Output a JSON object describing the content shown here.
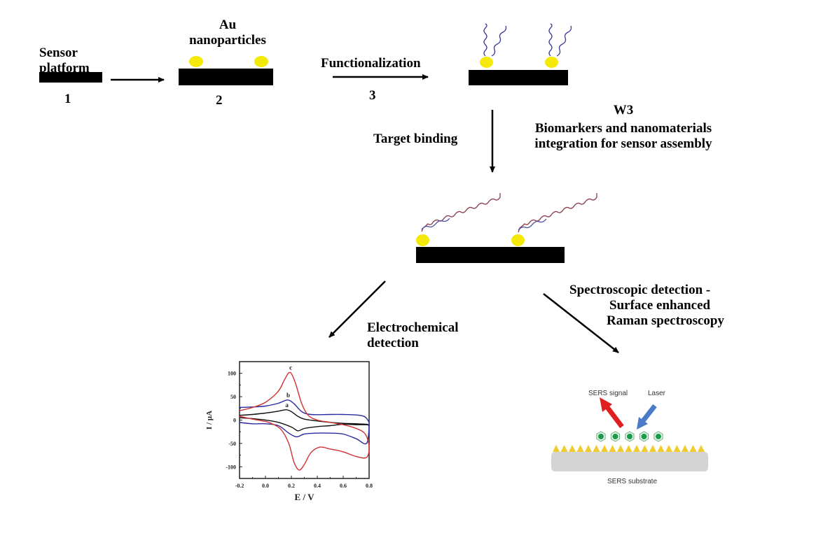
{
  "steps": {
    "step1": {
      "title": "Sensor platform",
      "title_line1": "Sensor",
      "title_line2": "platform",
      "number": "1"
    },
    "step2": {
      "title_line1": "Au",
      "title_line2": "nanoparticles",
      "number": "2"
    },
    "step3": {
      "label": "Functionalization",
      "number": "3"
    },
    "target_binding": {
      "label": "Target binding"
    },
    "workflow": {
      "id": "W3",
      "line1": "Biomarkers and nanomaterials",
      "line2": "integration for sensor assembly"
    },
    "electrochemical": {
      "line1": "Electrochemical",
      "line2": "detection"
    },
    "spectroscopic": {
      "line1": "Spectroscopic detection -",
      "line2": "Surface enhanced",
      "line3": "Raman spectroscopy"
    }
  },
  "colors": {
    "platform": "#000000",
    "nanoparticle": "#f5e90a",
    "probe_strand": "#3a3a9a",
    "target_strand": "#8a3a4a",
    "sers_signal": "#e02020",
    "laser": "#4a7ac8",
    "molecule": "#1a9a4a",
    "substrate": "#d4d4d4",
    "substrate_spikes": "#f0cc30"
  },
  "sers": {
    "signal_label": "SERS signal",
    "laser_label": "Laser",
    "substrate_label": "SERS substrate",
    "molecule_count": 5
  },
  "chart_data": {
    "type": "line",
    "title": "",
    "xlabel": "E / V",
    "ylabel": "I / µA",
    "xlim": [
      -0.2,
      0.8
    ],
    "ylim": [
      -125,
      125
    ],
    "xticks": [
      "-0.2",
      "0.0",
      "0.2",
      "0.4",
      "0.6",
      "0.8"
    ],
    "xtick_values": [
      -0.2,
      0.0,
      0.2,
      0.4,
      0.6,
      0.8
    ],
    "yticks": [
      "100",
      "50",
      "0",
      "-50",
      "-100"
    ],
    "ytick_values": [
      100,
      50,
      0,
      -50,
      -100
    ],
    "grid": false,
    "legend": "inline labels a, b, c above anodic peaks",
    "series": [
      {
        "name": "a",
        "color": "#111111",
        "x": [
          -0.2,
          -0.1,
          0.0,
          0.1,
          0.16,
          0.2,
          0.25,
          0.3,
          0.4,
          0.5,
          0.6,
          0.7,
          0.78,
          0.8,
          0.78,
          0.7,
          0.6,
          0.5,
          0.4,
          0.3,
          0.25,
          0.2,
          0.1,
          0.0,
          -0.1,
          -0.2
        ],
        "y": [
          10,
          12,
          15,
          19,
          22,
          18,
          8,
          2,
          -2,
          -5,
          -7,
          -8,
          -9,
          -12,
          -10,
          -10,
          -9,
          -12,
          -14,
          -18,
          -23,
          -15,
          -5,
          0,
          3,
          5
        ]
      },
      {
        "name": "b",
        "color": "#2a2aa0",
        "x": [
          -0.2,
          -0.1,
          0.0,
          0.1,
          0.17,
          0.22,
          0.28,
          0.35,
          0.5,
          0.6,
          0.7,
          0.76,
          0.79,
          0.8,
          0.78,
          0.7,
          0.6,
          0.5,
          0.4,
          0.3,
          0.24,
          0.18,
          0.1,
          0.0,
          -0.1,
          -0.2
        ],
        "y": [
          27,
          28,
          30,
          36,
          43,
          35,
          18,
          12,
          12,
          12,
          11,
          8,
          0,
          -12,
          -50,
          -40,
          -30,
          -28,
          -28,
          -30,
          -36,
          -28,
          -12,
          -8,
          -8,
          -5
        ]
      },
      {
        "name": "c",
        "color": "#d03030",
        "x": [
          -0.2,
          -0.1,
          0.0,
          0.1,
          0.15,
          0.19,
          0.23,
          0.28,
          0.33,
          0.4,
          0.5,
          0.6,
          0.7,
          0.77,
          0.8,
          0.78,
          0.7,
          0.6,
          0.5,
          0.42,
          0.35,
          0.3,
          0.26,
          0.22,
          0.18,
          0.12,
          0.05,
          0.0,
          -0.1,
          -0.2
        ],
        "y": [
          20,
          27,
          38,
          62,
          88,
          102,
          80,
          35,
          10,
          0,
          -5,
          -10,
          -18,
          -30,
          -58,
          -80,
          -78,
          -68,
          -62,
          -58,
          -70,
          -95,
          -107,
          -90,
          -50,
          -20,
          -8,
          -3,
          2,
          8
        ]
      }
    ]
  }
}
